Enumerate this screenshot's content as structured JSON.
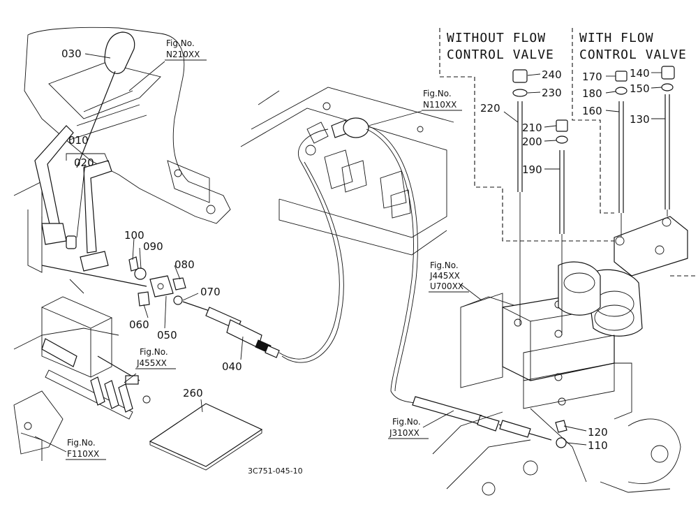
{
  "colors": {
    "line": "#111111",
    "background": "#ffffff"
  },
  "figure_code": "3C751-045-10",
  "callouts": [
    {
      "id": "p030",
      "text": "030"
    },
    {
      "id": "p010",
      "text": "010"
    },
    {
      "id": "p020",
      "text": "020"
    },
    {
      "id": "p100",
      "text": "100"
    },
    {
      "id": "p090",
      "text": "090"
    },
    {
      "id": "p080",
      "text": "080"
    },
    {
      "id": "p070",
      "text": "070"
    },
    {
      "id": "p060",
      "text": "060"
    },
    {
      "id": "p050",
      "text": "050"
    },
    {
      "id": "p040",
      "text": "040"
    },
    {
      "id": "p260",
      "text": "260"
    },
    {
      "id": "p220",
      "text": "220"
    },
    {
      "id": "p240",
      "text": "240"
    },
    {
      "id": "p230",
      "text": "230"
    },
    {
      "id": "p210",
      "text": "210"
    },
    {
      "id": "p200",
      "text": "200"
    },
    {
      "id": "p190",
      "text": "190"
    },
    {
      "id": "p170",
      "text": "170"
    },
    {
      "id": "p140",
      "text": "140"
    },
    {
      "id": "p180",
      "text": "180"
    },
    {
      "id": "p150",
      "text": "150"
    },
    {
      "id": "p160",
      "text": "160"
    },
    {
      "id": "p130",
      "text": "130"
    },
    {
      "id": "p120",
      "text": "120"
    },
    {
      "id": "p110",
      "text": "110"
    }
  ],
  "fig_refs": [
    {
      "id": "n210",
      "label": "Fig.No.",
      "code": "N210XX"
    },
    {
      "id": "n110",
      "label": "Fig.No.",
      "code": "N110XX"
    },
    {
      "id": "j455",
      "label": "Fig.No.",
      "code": "J455XX"
    },
    {
      "id": "f110",
      "label": "Fig.No.",
      "code": "F110XX"
    },
    {
      "id": "j310",
      "label": "Fig.No.",
      "code": "J310XX"
    },
    {
      "id": "j445",
      "label": "Fig.No.",
      "code": "J445XX",
      "code2": "U700XX"
    }
  ],
  "variant_labels": {
    "without_line1": "WITHOUT FLOW",
    "without_line2": "CONTROL VALVE",
    "with_line1": "WITH FLOW",
    "with_line2": "CONTROL VALVE"
  }
}
